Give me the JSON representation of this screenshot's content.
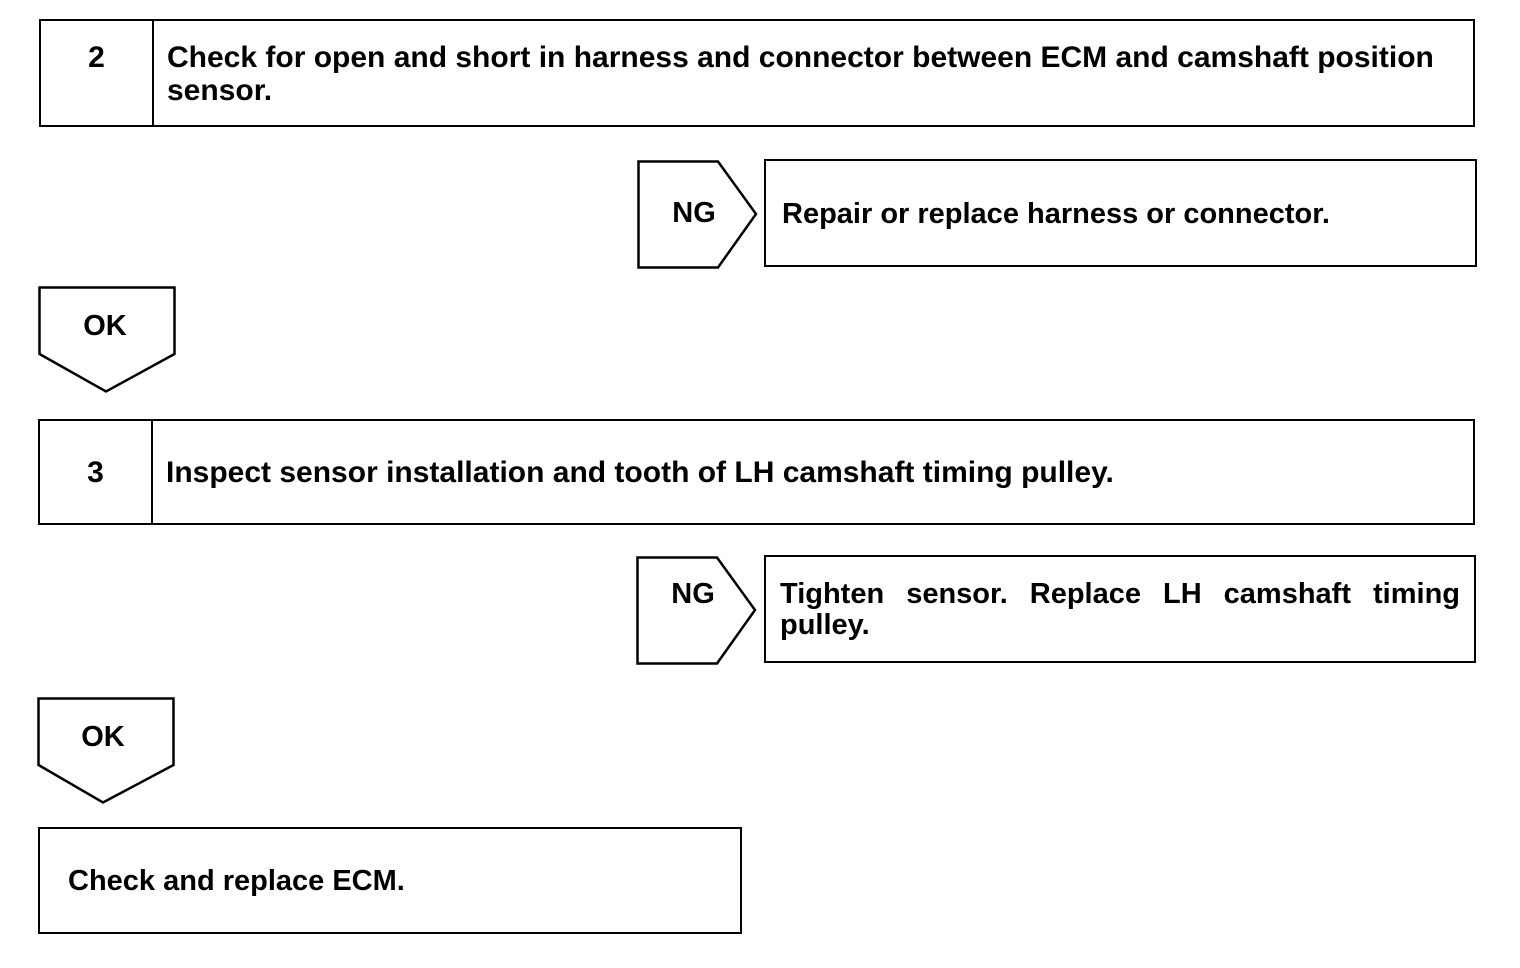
{
  "steps": [
    {
      "number": "2",
      "text": "Check for open and short in harness and connector between ECM and camshaft position sensor."
    },
    {
      "number": "3",
      "text": "Inspect sensor installation and tooth of LH camshaft timing pulley."
    }
  ],
  "branches": [
    {
      "ng_label": "NG",
      "ng_action": "Repair or replace harness or connector.",
      "ok_label": "OK"
    },
    {
      "ng_label": "NG",
      "ng_action": "Tighten sensor. Replace LH camshaft timing pulley.",
      "ok_label": "OK"
    }
  ],
  "final_action": "Check and replace ECM."
}
